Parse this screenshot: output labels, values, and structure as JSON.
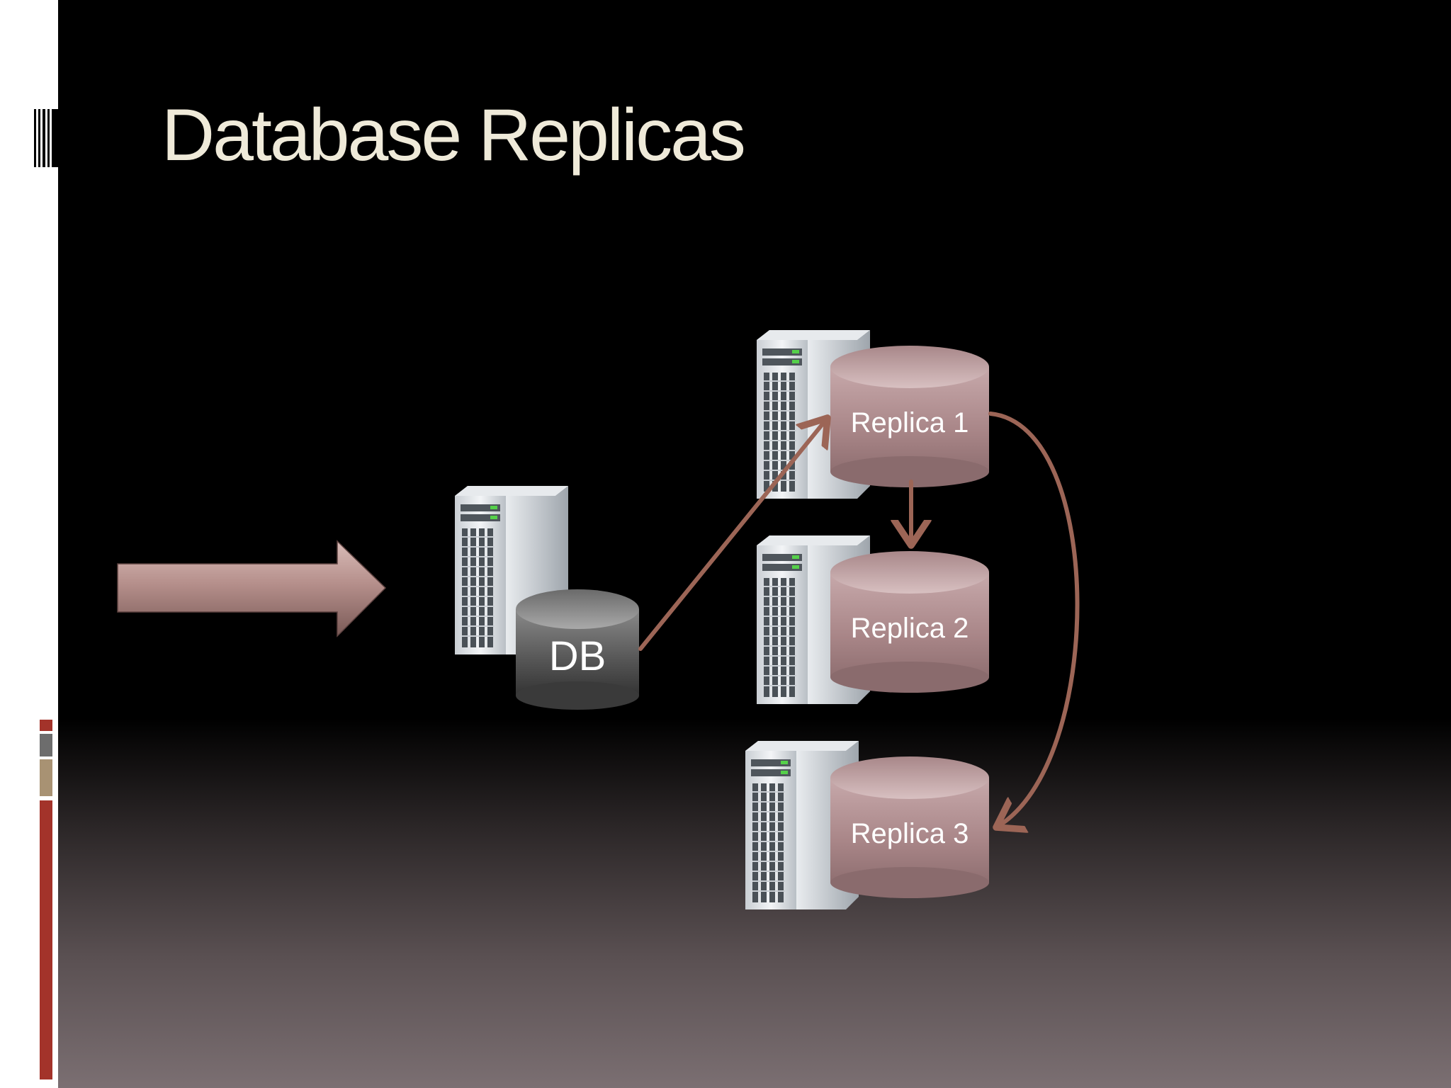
{
  "slide": {
    "title": "Database Replicas"
  },
  "diagram": {
    "source": {
      "label": "DB",
      "icon": "server-icon"
    },
    "replicas": [
      {
        "label": "Replica 1",
        "icon": "server-icon"
      },
      {
        "label": "Replica 2",
        "icon": "server-icon"
      },
      {
        "label": "Replica 3",
        "icon": "server-icon"
      }
    ],
    "edges": [
      {
        "from": "DB",
        "to": "Replica 1"
      },
      {
        "from": "Replica 1",
        "to": "Replica 2"
      },
      {
        "from": "Replica 1",
        "to": "Replica 3"
      }
    ],
    "incoming_arrow": "block-arrow-icon"
  },
  "colors": {
    "title": "#efead9",
    "replica_cylinder": "#b49396",
    "db_cylinder": "#666666",
    "edge": "#9c6556",
    "accent_red": "#a3332a",
    "accent_gray": "#6d6d6d",
    "accent_tan": "#a89273"
  }
}
